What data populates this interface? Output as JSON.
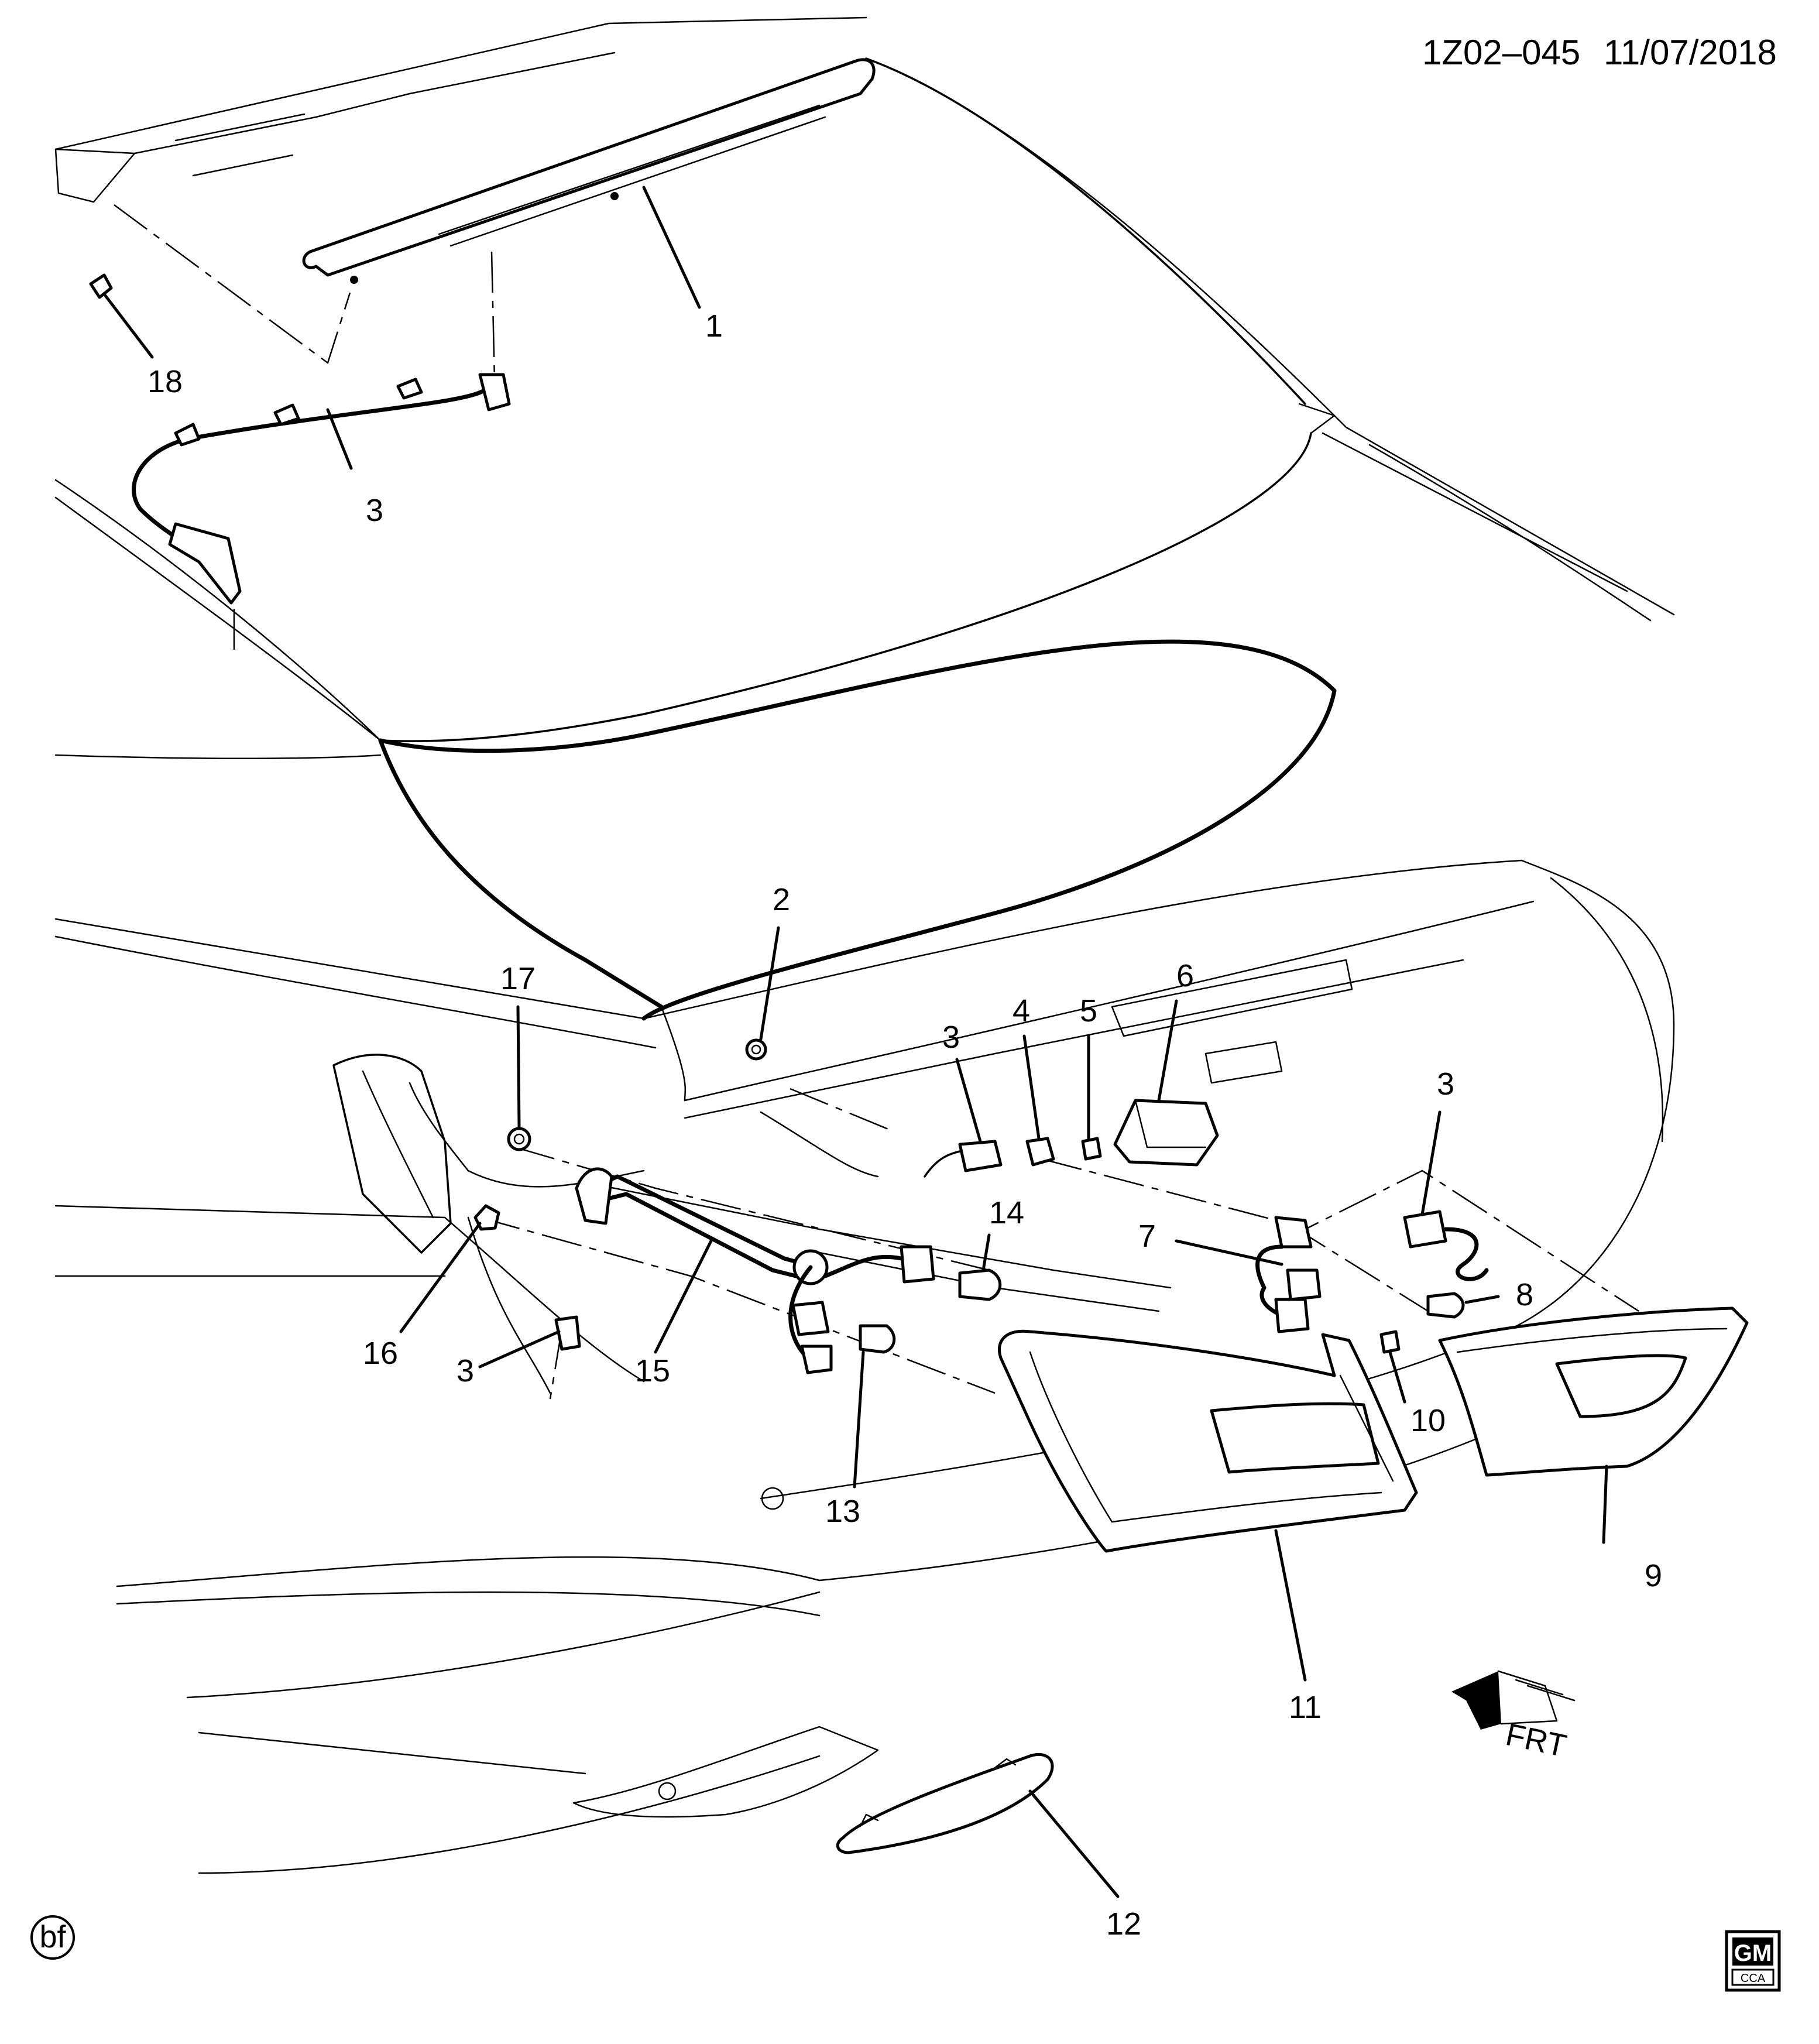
{
  "header": {
    "diagram_code": "1Z02–045",
    "date": "11/07/2018"
  },
  "callouts": [
    {
      "id": "c1",
      "text": "1"
    },
    {
      "id": "c2",
      "text": "2"
    },
    {
      "id": "c3a",
      "text": "3"
    },
    {
      "id": "c3b",
      "text": "3"
    },
    {
      "id": "c3c",
      "text": "3"
    },
    {
      "id": "c3d",
      "text": "3"
    },
    {
      "id": "c4",
      "text": "4"
    },
    {
      "id": "c5",
      "text": "5"
    },
    {
      "id": "c6",
      "text": "6"
    },
    {
      "id": "c7",
      "text": "7"
    },
    {
      "id": "c8",
      "text": "8"
    },
    {
      "id": "c9",
      "text": "9"
    },
    {
      "id": "c10",
      "text": "10"
    },
    {
      "id": "c11",
      "text": "11"
    },
    {
      "id": "c12",
      "text": "12"
    },
    {
      "id": "c13",
      "text": "13"
    },
    {
      "id": "c14",
      "text": "14"
    },
    {
      "id": "c15",
      "text": "15"
    },
    {
      "id": "c16",
      "text": "16"
    },
    {
      "id": "c17",
      "text": "17"
    },
    {
      "id": "c18",
      "text": "18"
    }
  ],
  "direction_marker": {
    "text": "FRT"
  },
  "footer": {
    "illustrator_mark": "bf",
    "logo_text": "GM",
    "logo_subtext": "CCA"
  }
}
